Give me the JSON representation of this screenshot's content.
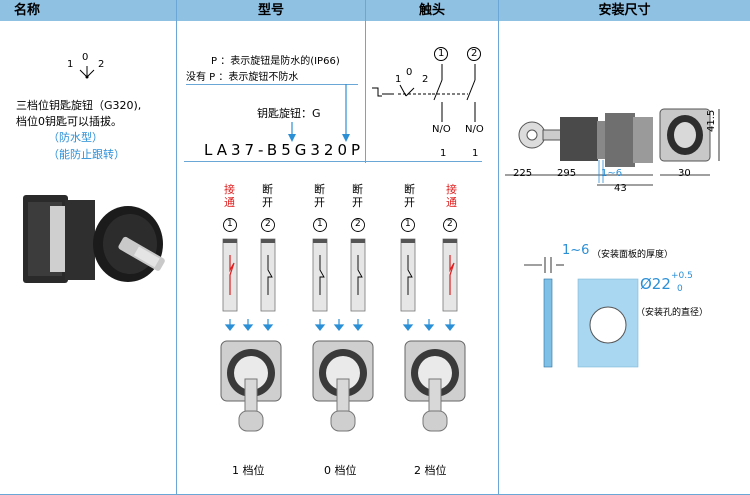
{
  "headers": {
    "name": "名称",
    "model": "型号",
    "contact": "触头",
    "dimension": "安装尺寸"
  },
  "name_col": {
    "pos0": "0",
    "pos1": "1",
    "pos2": "2",
    "desc1": "三档位钥匙旋钮（G320),",
    "desc2": "档位0钥匙可以插拔。",
    "waterproof": "（防水型）",
    "anti_rotate": "（能防止跟转）"
  },
  "model_col": {
    "p_line": "P ：表示旋钮是防水的(IP66)",
    "nop_line": "没有 P ：表示旋钮不防水",
    "key_line": "钥匙旋钮：G",
    "part_number": "LA37-B5G320P"
  },
  "contact_col": {
    "circ1": "1",
    "circ2": "2",
    "sw0": "0",
    "sw1": "1",
    "sw2": "2",
    "no1": "N/O",
    "no2": "N/O",
    "count1": "1",
    "count2": "1"
  },
  "dim_col": {
    "d225": "225",
    "d295": "295",
    "d16": "1~6",
    "d43": "43",
    "d30": "30",
    "d415": "41.5",
    "panel_range": "1~6",
    "panel_note": "（安装面板的厚度）",
    "hole_dia": "Ø22",
    "tol_up": "+0.5",
    "tol_low": "0",
    "hole_note": "（安装孔的直径）"
  },
  "states": [
    {
      "c1": "接通",
      "c2": "断开",
      "n1": "1",
      "n2": "2",
      "pos": "1 档位"
    },
    {
      "c1": "断开",
      "c2": "断开",
      "n1": "1",
      "n2": "2",
      "pos": "0 档位"
    },
    {
      "c1": "断开",
      "c2": "接通",
      "n1": "1",
      "n2": "2",
      "pos": "2 档位"
    }
  ],
  "colors": {
    "header": "#8fc1e3",
    "accent": "#2b8fd6",
    "on": "#e02020"
  }
}
